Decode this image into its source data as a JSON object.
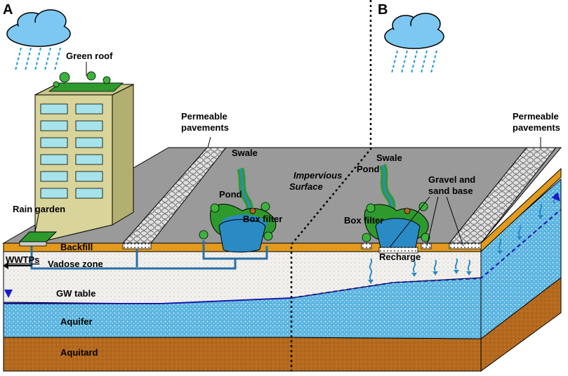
{
  "panels": {
    "left": "A",
    "right": "B"
  },
  "labels": {
    "green_roof": "Green roof",
    "permeable_left_1": "Permeable",
    "permeable_left_2": "pavements",
    "permeable_right_1": "Permeable",
    "permeable_right_2": "pavements",
    "swale_left": "Swale",
    "swale_right": "Swale",
    "impervious_1": "Impervious",
    "impervious_2": "Surface",
    "pond_left": "Pond",
    "pond_right": "Pond",
    "box_filter_left": "Box filter",
    "box_filter_right": "Box filter",
    "rain_garden": "Rain garden",
    "backfill": "Backfill",
    "wwtps": "WWTPs",
    "vadose_zone": "Vadose zone",
    "gw_table": "GW table",
    "aquifer": "Aquifer",
    "aquitard": "Aquitard",
    "gravel_1": "Gravel and",
    "gravel_2": "sand base",
    "recharge": "Recharge"
  },
  "colors": {
    "surface": "#9a9a9a",
    "backfill": "#e39a1c",
    "vadose": "#f2f0ec",
    "aquifer": "#5ab4e0",
    "aquitard": "#b56a1e",
    "building": "#d8d49a",
    "window": "#a6e3ea",
    "vegetation": "#2e9a2e",
    "water": "#2a8ac4",
    "cloud": "#7cc8f2"
  }
}
